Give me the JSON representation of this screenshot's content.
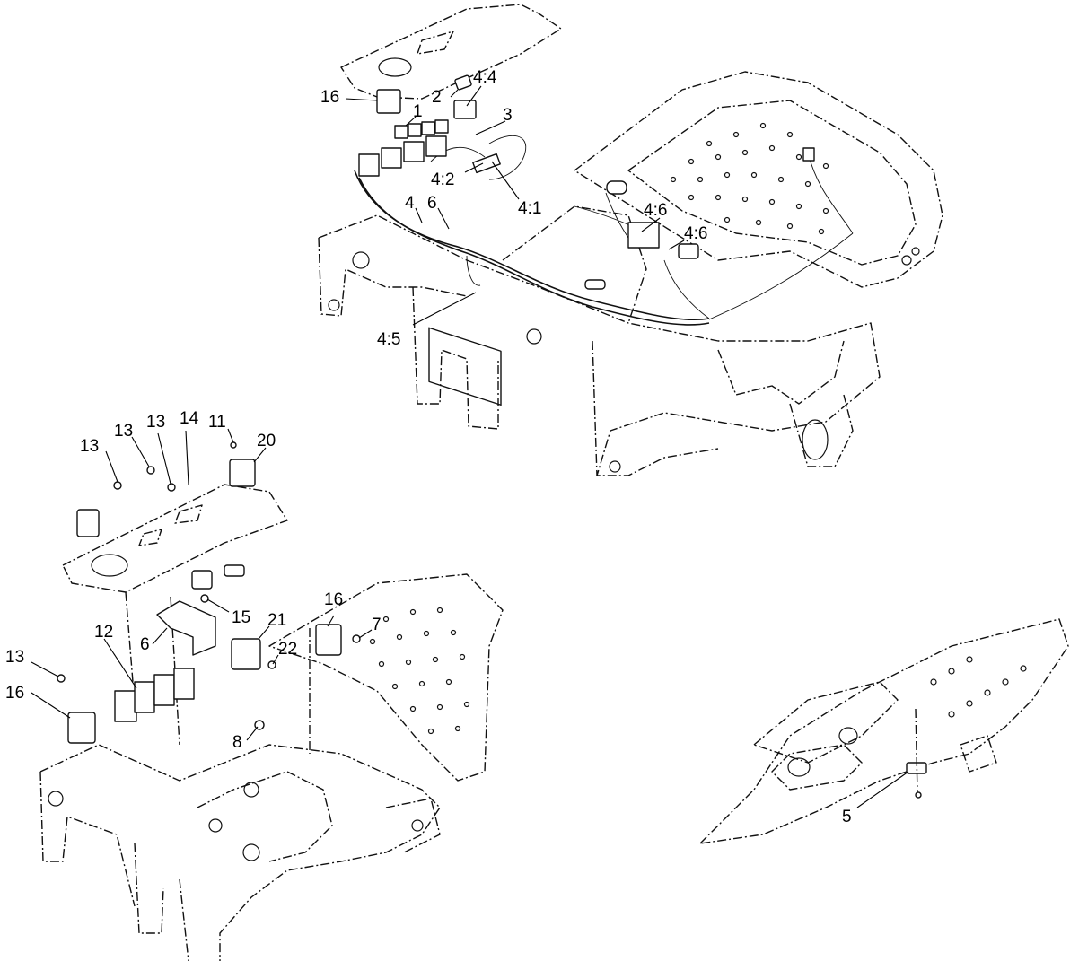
{
  "callouts": {
    "top_view": [
      {
        "id": "c16a",
        "label": "16"
      },
      {
        "id": "c2",
        "label": "2"
      },
      {
        "id": "c44",
        "label": "4:4"
      },
      {
        "id": "c1",
        "label": "1"
      },
      {
        "id": "c3",
        "label": "3"
      },
      {
        "id": "c42",
        "label": "4:2"
      },
      {
        "id": "c4",
        "label": "4"
      },
      {
        "id": "c6a",
        "label": "6"
      },
      {
        "id": "c41",
        "label": "4:1"
      },
      {
        "id": "c46a",
        "label": "4:6"
      },
      {
        "id": "c46b",
        "label": "4:6"
      },
      {
        "id": "c45",
        "label": "4:5"
      }
    ],
    "exploded_view": [
      {
        "id": "c13a",
        "label": "13"
      },
      {
        "id": "c13b",
        "label": "13"
      },
      {
        "id": "c13c",
        "label": "13"
      },
      {
        "id": "c14",
        "label": "14"
      },
      {
        "id": "c11",
        "label": "11"
      },
      {
        "id": "c20",
        "label": "20"
      },
      {
        "id": "c15",
        "label": "15"
      },
      {
        "id": "c21",
        "label": "21"
      },
      {
        "id": "c22",
        "label": "22"
      },
      {
        "id": "c12",
        "label": "12"
      },
      {
        "id": "c6b",
        "label": "6"
      },
      {
        "id": "c13d",
        "label": "13"
      },
      {
        "id": "c16b",
        "label": "16"
      },
      {
        "id": "c16c",
        "label": "16"
      },
      {
        "id": "c7",
        "label": "7"
      },
      {
        "id": "c8",
        "label": "8"
      }
    ],
    "detail_view": [
      {
        "id": "c5",
        "label": "5"
      }
    ]
  }
}
